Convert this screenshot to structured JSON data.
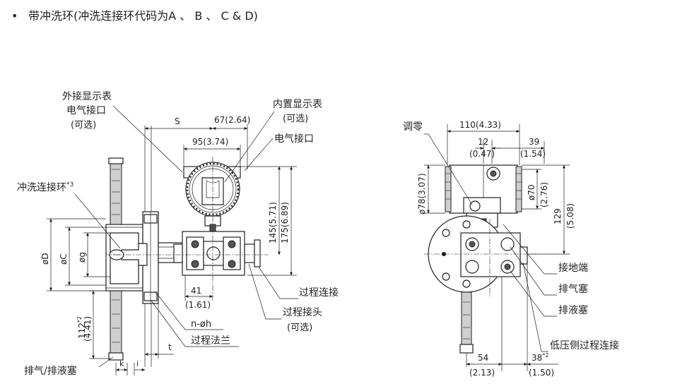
{
  "heading": {
    "bullet": "•",
    "text": "带冲洗环(冲洗连接环代码为A 、 B 、 C & D)"
  },
  "left_view": {
    "callouts": {
      "ext_indicator_line1": "外接显示表",
      "ext_indicator_line2": "电气接口",
      "ext_indicator_line3": "(可选)",
      "int_indicator_line1": "内置显示表",
      "int_indicator_line2": "(可选)",
      "electrical": "电气接口",
      "flush_ring": "冲洗连接环",
      "flush_ring_note": "*3",
      "process_conn": "过程连接",
      "process_adapter_line1": "过程接头",
      "process_adapter_line2": "(可选)",
      "holes": "n-øh",
      "process_flange": "过程法兰",
      "vent_drain": "排气/排液塞"
    },
    "dims": {
      "s": "S",
      "d67": "67(2.64)",
      "d95": "95(3.74)",
      "d145": "145(5.71)",
      "d175": "175(6.89)",
      "d41": "41",
      "d41_in": "(1.61)",
      "od": "øD",
      "oc": "øC",
      "og": "øg",
      "d112": "112",
      "d112_note": "*2",
      "d112_in": "(4.41)",
      "t": "t",
      "k": "k",
      "i": "i"
    }
  },
  "right_view": {
    "callouts": {
      "zero": "调零",
      "ground": "接地端",
      "vent_plug": "排气塞",
      "drain_plug": "排液塞",
      "low_side": "低压侧过程连接"
    },
    "dims": {
      "d110": "110(4.33)",
      "d12": "12",
      "d12_in": "(0.47)",
      "d39": "39",
      "d39_in": "(1.54)",
      "d78": "ø78(3.07)",
      "d70": "ø70",
      "d70_in": "(2.76)",
      "d129": "129",
      "d129_in": "(5.08)",
      "d54": "54",
      "d54_in": "(2.13)",
      "d38": "38",
      "d38_note": "*2",
      "d38_in": "(1.50)"
    }
  }
}
